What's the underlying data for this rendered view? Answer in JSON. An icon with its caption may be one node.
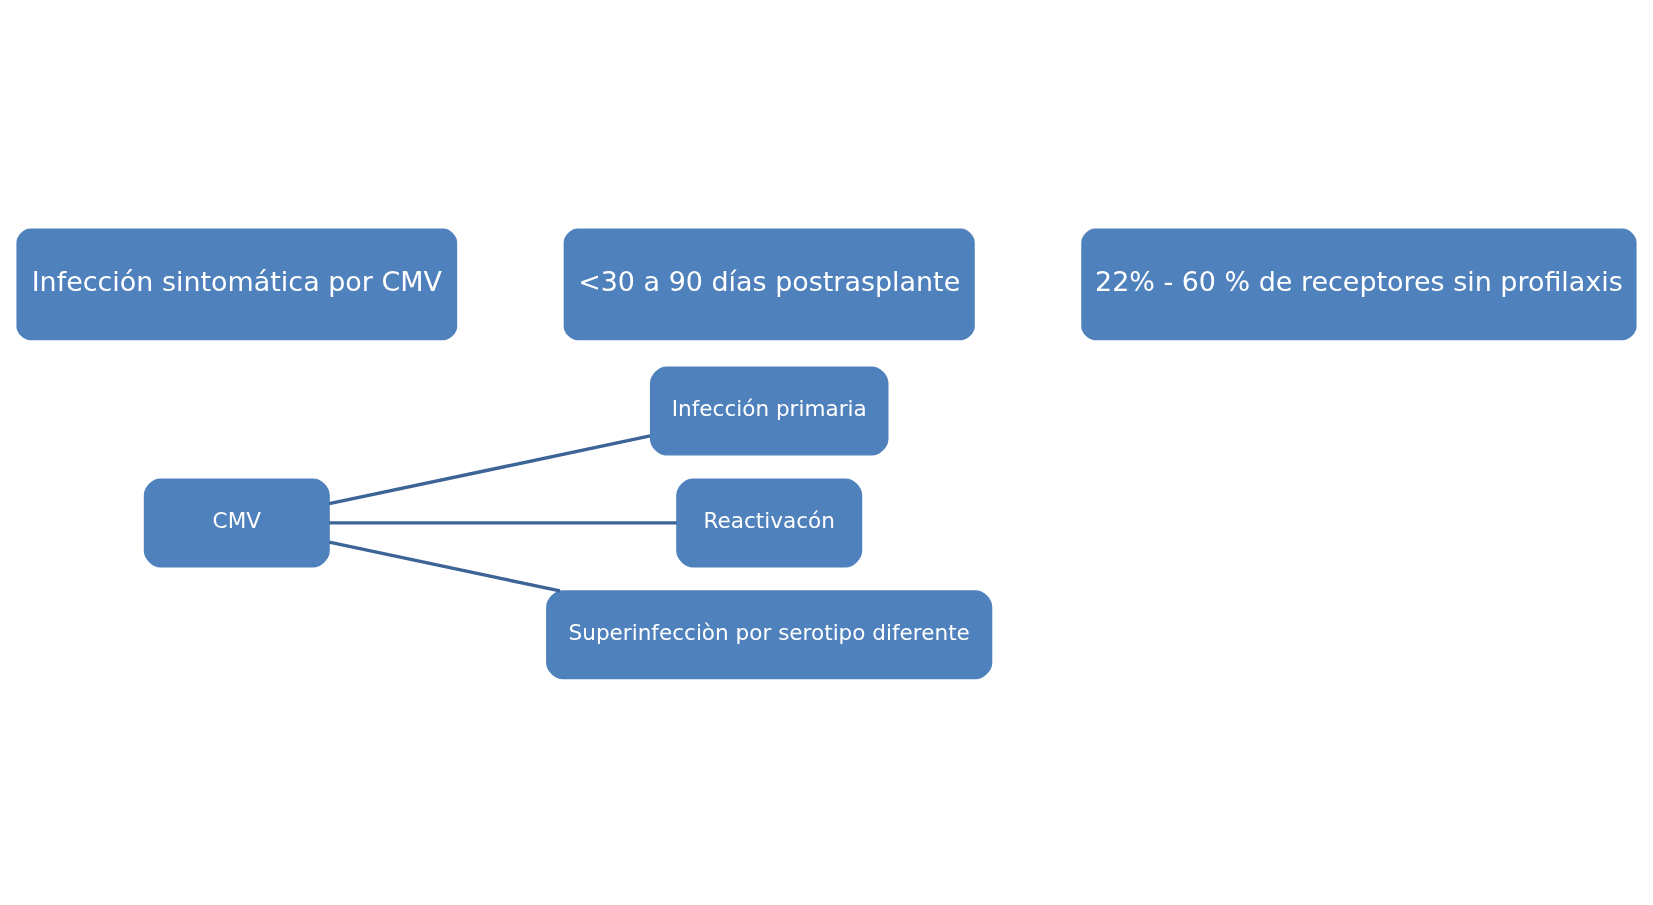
{
  "diagram": {
    "nodes": [
      {
        "text": [
          "CMV"
        ]
      },
      {
        "text": [
          "Infección primaria"
        ]
      },
      {
        "text": [
          "Reactivacón"
        ]
      },
      {
        "text": [
          "Superinfecciòn por serotipo diferente"
        ]
      },
      {
        "text": [
          "Infección sintomática por CMV"
        ]
      },
      {
        "text": [
          "<30 a 90 días postrasplante"
        ]
      },
      {
        "text": [
          "22% - 60 % de receptores sin profilaxis"
        ]
      }
    ],
    "edges": [
      {
        "from": 0,
        "to": 1,
        "arrow": "none"
      },
      {
        "from": 0,
        "to": 2,
        "arrow": "none"
      },
      {
        "from": 0,
        "to": 3,
        "arrow": "none"
      }
    ]
  }
}
